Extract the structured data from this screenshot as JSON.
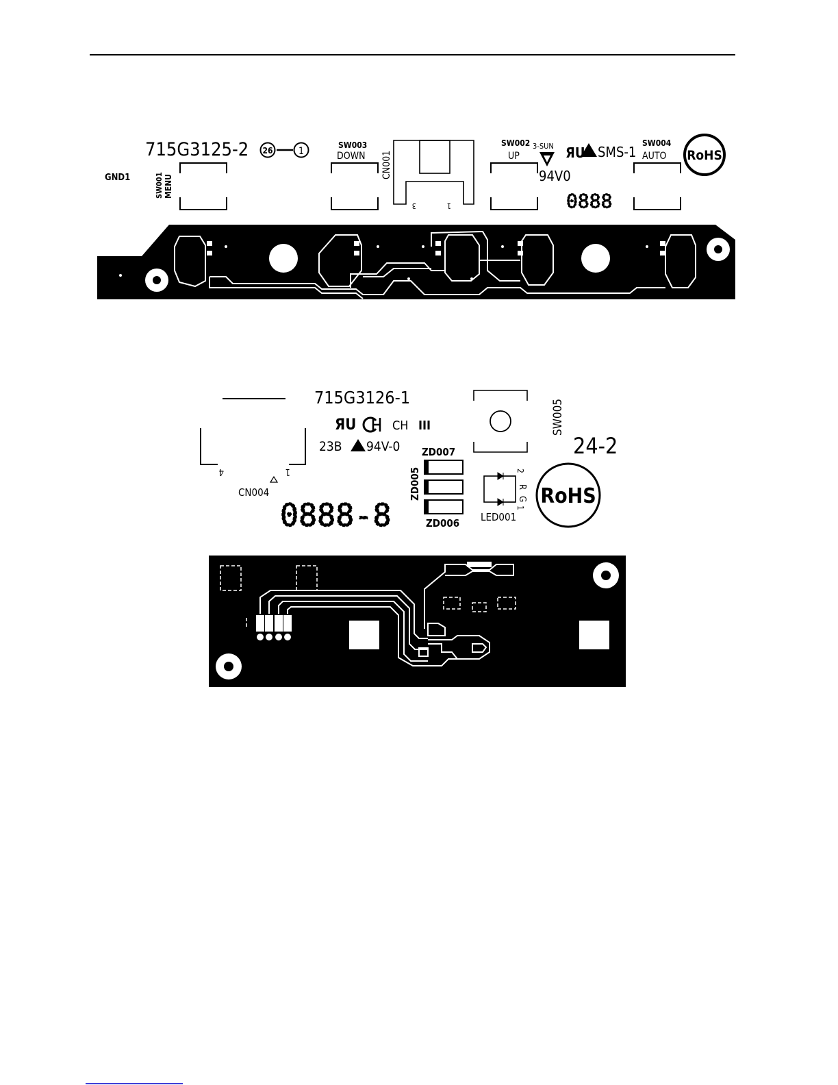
{
  "board1": {
    "part_number": "715G3125-2",
    "circle_code": "26",
    "circle_rev": "1",
    "gnd_label": "GND1",
    "sw001_ref": "SW001",
    "sw001_func": "MENU",
    "sw003_ref": "SW003",
    "sw003_func": "DOWN",
    "cn001_ref": "CN001",
    "cn001_pin3": "3",
    "cn001_pin1": "1",
    "sw002_ref": "SW002",
    "sw002_func": "UP",
    "vendor": "3-SUN",
    "ul_mark": "ЯU",
    "flame_rating": "94V0",
    "sms_code": "SMS-1",
    "sw004_ref": "SW004",
    "sw004_func": "AUTO",
    "rohs": "RoHS",
    "date_code": "0888"
  },
  "board2": {
    "part_number": "715G3126-1",
    "ul_mark": "ЯU",
    "ch_mark": "CH",
    "class_mark": "III",
    "code_23b": "23B",
    "flame_rating": "94V-0",
    "sw005_ref": "SW005",
    "rev_code": "24-2",
    "zd007_ref": "ZD007",
    "zd005_ref": "ZD005",
    "zd006_ref": "ZD006",
    "led_ref": "LED001",
    "led_pin2": "2",
    "led_pin1": "1",
    "led_r": "R",
    "led_g": "G",
    "rohs": "RoHS",
    "cn004_ref": "CN004",
    "cn004_pin4": "4",
    "cn004_pin1": "1",
    "date_code": "0888-8"
  },
  "colors": {
    "copper": "#000000",
    "trace": "#ffffff",
    "silk": "#000000",
    "footer_rule": "#0000cc"
  }
}
